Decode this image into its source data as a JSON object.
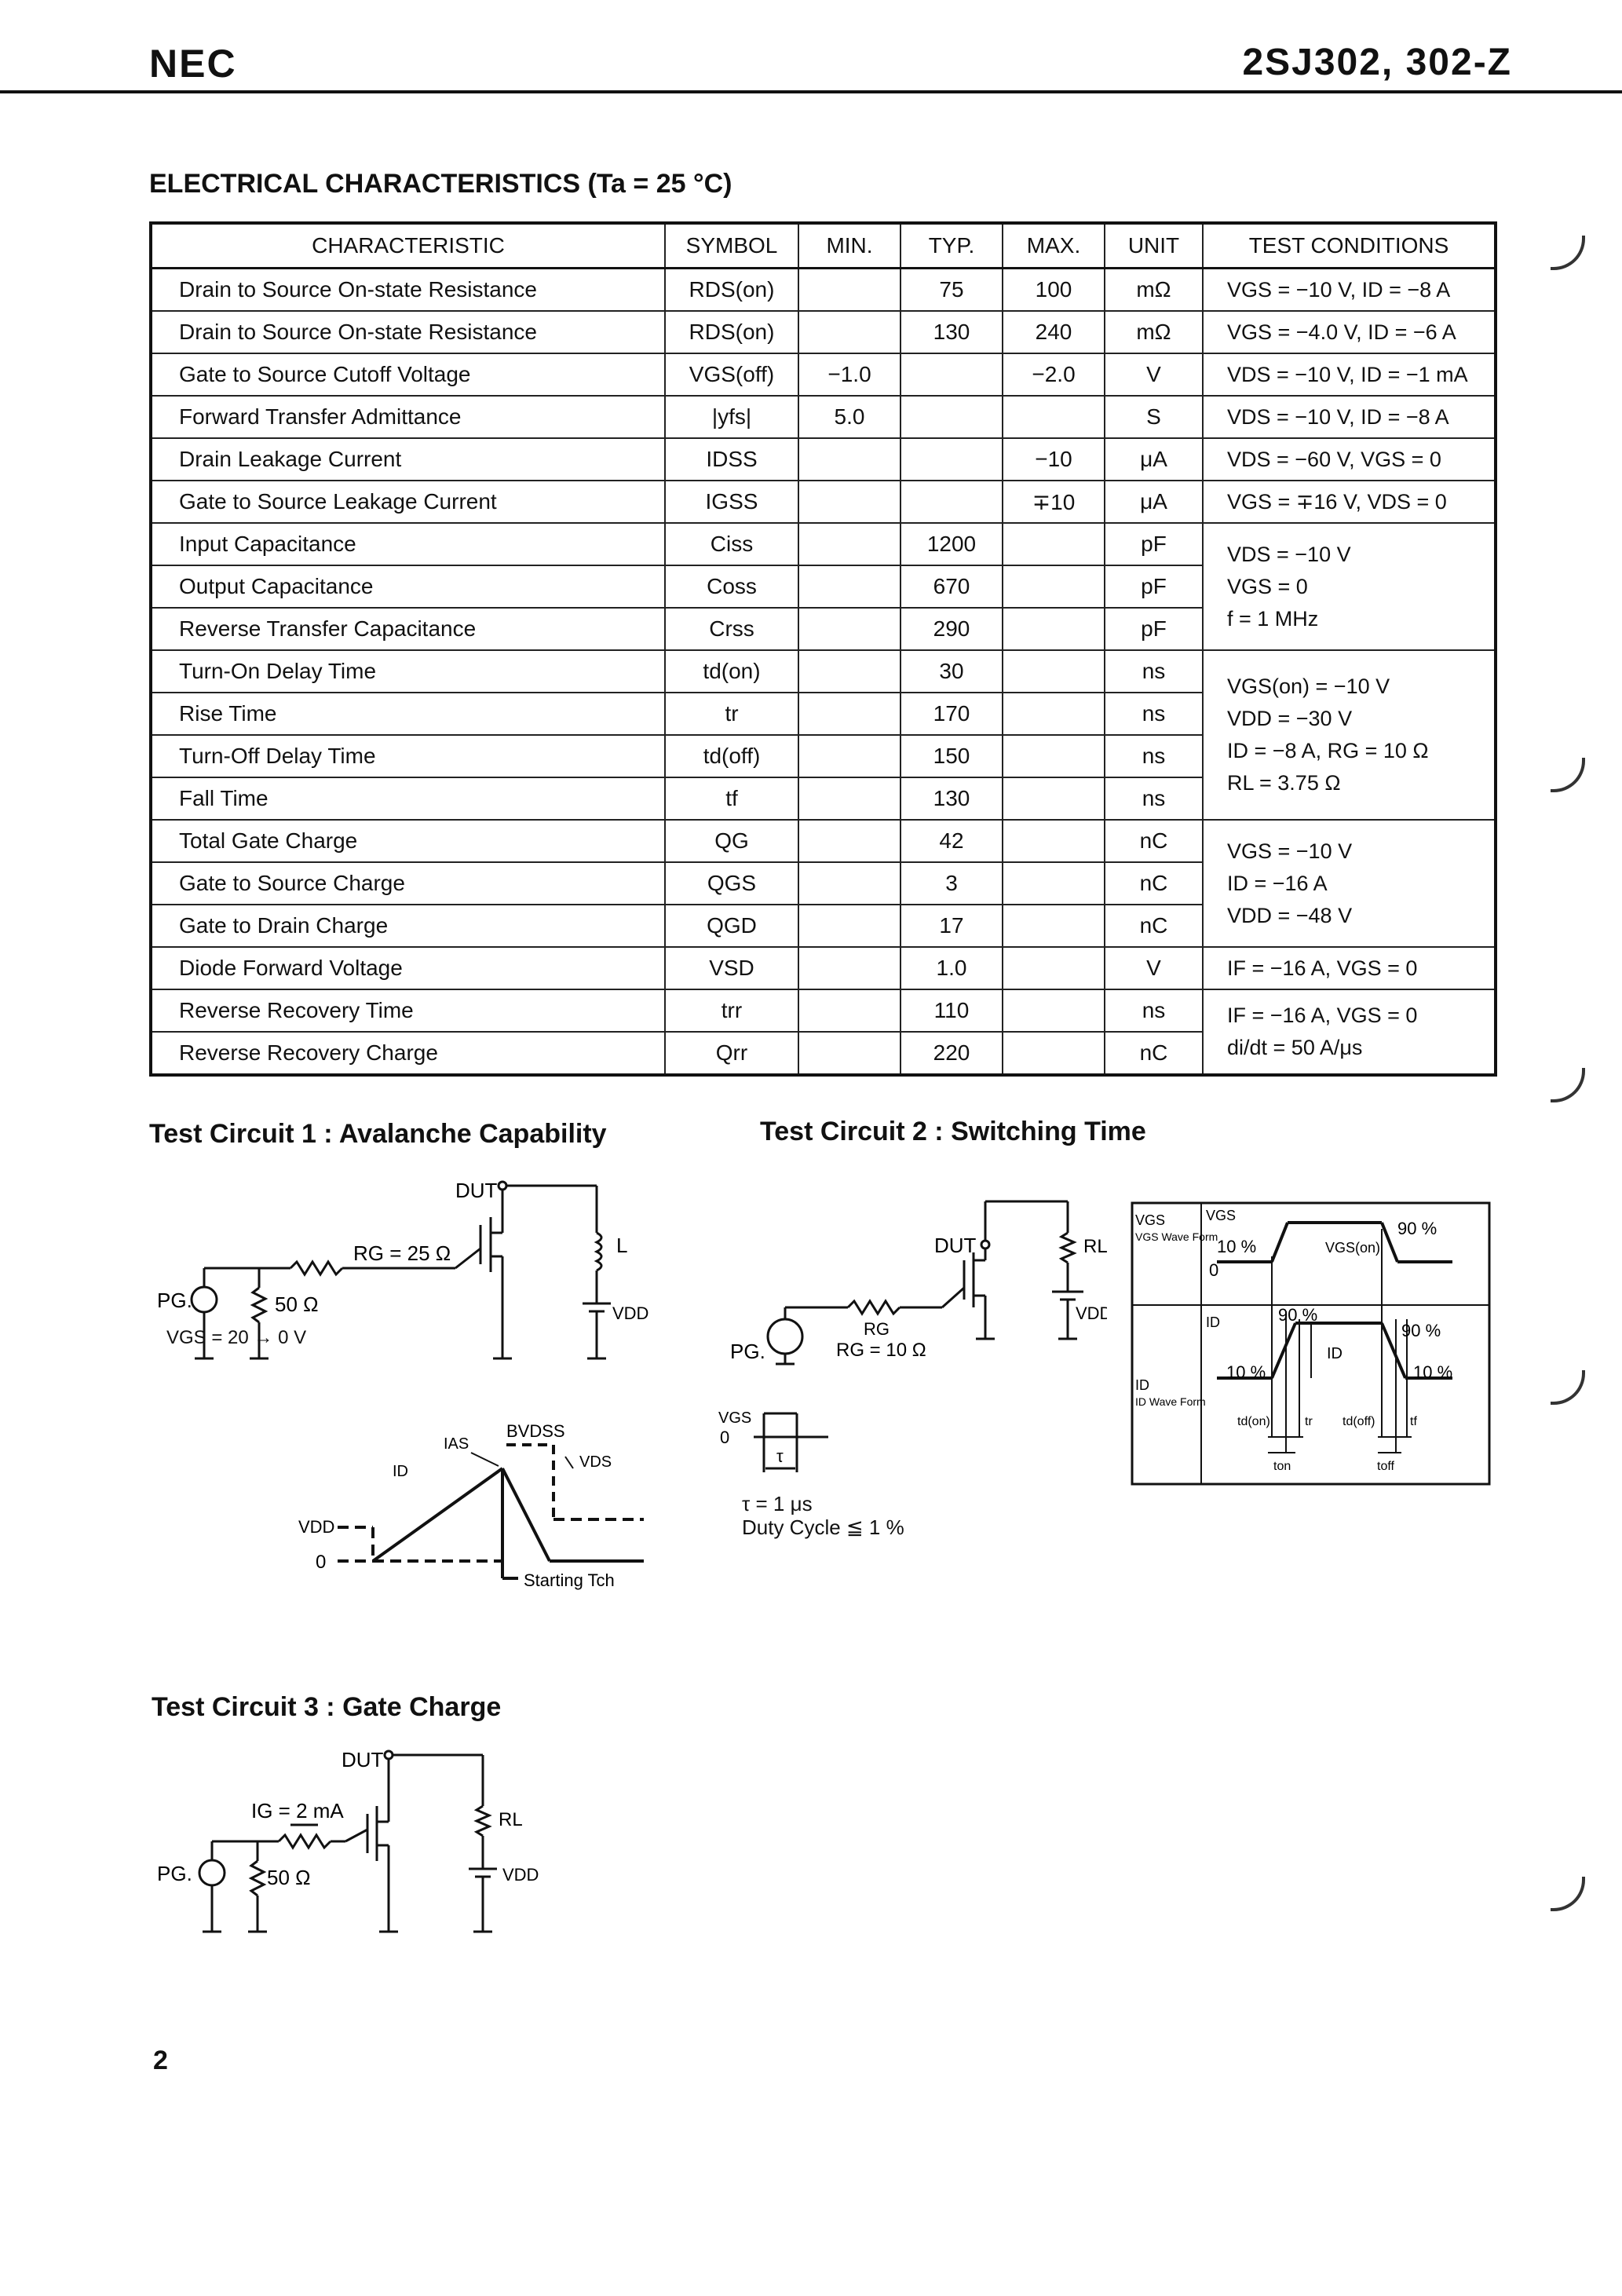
{
  "header": {
    "brand": "NEC",
    "part": "2SJ302, 302-Z"
  },
  "ec_title": "ELECTRICAL CHARACTERISTICS (Ta = 25 °C)",
  "table": {
    "columns": [
      "CHARACTERISTIC",
      "SYMBOL",
      "MIN.",
      "TYP.",
      "MAX.",
      "UNIT",
      "TEST CONDITIONS"
    ],
    "rows": [
      {
        "ch": "Drain to Source On-state Resistance",
        "sym": "RDS(on)",
        "min": "",
        "typ": "75",
        "max": "100",
        "unit": "mΩ",
        "cond": "VGS = −10 V, ID = −8 A"
      },
      {
        "ch": "Drain to Source On-state Resistance",
        "sym": "RDS(on)",
        "min": "",
        "typ": "130",
        "max": "240",
        "unit": "mΩ",
        "cond": "VGS = −4.0 V, ID = −6 A"
      },
      {
        "ch": "Gate to Source Cutoff Voltage",
        "sym": "VGS(off)",
        "min": "−1.0",
        "typ": "",
        "max": "−2.0",
        "unit": "V",
        "cond": "VDS = −10 V, ID = −1 mA"
      },
      {
        "ch": "Forward Transfer Admittance",
        "sym": "|yfs|",
        "min": "5.0",
        "typ": "",
        "max": "",
        "unit": "S",
        "cond": "VDS = −10 V, ID = −8 A"
      },
      {
        "ch": "Drain Leakage Current",
        "sym": "IDSS",
        "min": "",
        "typ": "",
        "max": "−10",
        "unit": "μA",
        "cond": "VDS = −60 V, VGS = 0"
      },
      {
        "ch": "Gate to Source Leakage Current",
        "sym": "IGSS",
        "min": "",
        "typ": "",
        "max": "∓10",
        "unit": "μA",
        "cond": "VGS = ∓16 V, VDS = 0"
      },
      {
        "ch": "Input Capacitance",
        "sym": "Ciss",
        "min": "",
        "typ": "1200",
        "max": "",
        "unit": "pF"
      },
      {
        "ch": "Output Capacitance",
        "sym": "Coss",
        "min": "",
        "typ": "670",
        "max": "",
        "unit": "pF"
      },
      {
        "ch": "Reverse Transfer Capacitance",
        "sym": "Crss",
        "min": "",
        "typ": "290",
        "max": "",
        "unit": "pF"
      },
      {
        "ch": "Turn-On Delay Time",
        "sym": "td(on)",
        "min": "",
        "typ": "30",
        "max": "",
        "unit": "ns"
      },
      {
        "ch": "Rise Time",
        "sym": "tr",
        "min": "",
        "typ": "170",
        "max": "",
        "unit": "ns"
      },
      {
        "ch": "Turn-Off Delay Time",
        "sym": "td(off)",
        "min": "",
        "typ": "150",
        "max": "",
        "unit": "ns"
      },
      {
        "ch": "Fall Time",
        "sym": "tf",
        "min": "",
        "typ": "130",
        "max": "",
        "unit": "ns"
      },
      {
        "ch": "Total Gate Charge",
        "sym": "QG",
        "min": "",
        "typ": "42",
        "max": "",
        "unit": "nC"
      },
      {
        "ch": "Gate to Source Charge",
        "sym": "QGS",
        "min": "",
        "typ": "3",
        "max": "",
        "unit": "nC"
      },
      {
        "ch": "Gate to Drain Charge",
        "sym": "QGD",
        "min": "",
        "typ": "17",
        "max": "",
        "unit": "nC"
      },
      {
        "ch": "Diode Forward Voltage",
        "sym": "VSD",
        "min": "",
        "typ": "1.0",
        "max": "",
        "unit": "V",
        "cond": "IF = −16 A, VGS = 0"
      },
      {
        "ch": "Reverse Recovery Time",
        "sym": "trr",
        "min": "",
        "typ": "110",
        "max": "",
        "unit": "ns"
      },
      {
        "ch": "Reverse Recovery Charge",
        "sym": "Qrr",
        "min": "",
        "typ": "220",
        "max": "",
        "unit": "nC"
      }
    ],
    "group_conditions": {
      "capacitance": [
        "VDS = −10 V",
        "VGS = 0",
        "f = 1 MHz"
      ],
      "switching": [
        "VGS(on) = −10 V",
        "VDD = −30 V",
        "ID = −8 A, RG = 10 Ω",
        "RL = 3.75 Ω"
      ],
      "gate_charge": [
        "VGS = −10 V",
        "ID = −16 A",
        "VDD = −48 V"
      ],
      "recovery": [
        "IF = −16 A, VGS = 0",
        "di/dt = 50 A/μs"
      ]
    }
  },
  "tc1": {
    "title": "Test Circuit 1 : Avalanche Capability",
    "dut": "DUT",
    "rg": "RG = 25 Ω",
    "l": "L",
    "pg": "PG.",
    "r50": "50 Ω",
    "vgs": "VGS = 20 → 0 V",
    "vdd": "VDD",
    "wave": {
      "bvdss": "BVDSS",
      "ias": "IAS",
      "id": "ID",
      "vds": "VDS",
      "vdd": "VDD",
      "zero": "0",
      "start": "Starting Tch"
    }
  },
  "tc2": {
    "title": "Test Circuit 2 : Switching Time",
    "dut": "DUT",
    "rl": "RL",
    "rg": "RG",
    "rg_val": "RG = 10 Ω",
    "pg": "PG.",
    "vdd": "VDD",
    "pulse": {
      "vgs": "VGS",
      "zero": "0",
      "tau": "τ",
      "tau_val": "τ = 1 μs",
      "duty": "Duty Cycle ≦ 1 %"
    },
    "waveform": {
      "vgs": "VGS",
      "vgs_wave": "VGS Wave Form",
      "id": "ID",
      "id_wave": "ID Wave Form",
      "p10": "10 %",
      "p90": "90 %",
      "vgs_on": "VGS(on)",
      "zero": "0",
      "id_inner": "ID",
      "tdon": "td(on)",
      "tr": "tr",
      "tdoff": "td(off)",
      "tf": "tf",
      "ton": "ton",
      "toff": "toff"
    }
  },
  "tc3": {
    "title": "Test Circuit 3 : Gate Charge",
    "dut": "DUT",
    "ig": "IG = 2 mA",
    "rl": "RL",
    "pg": "PG.",
    "r50": "50 Ω",
    "vdd": "VDD"
  },
  "page_number": "2"
}
